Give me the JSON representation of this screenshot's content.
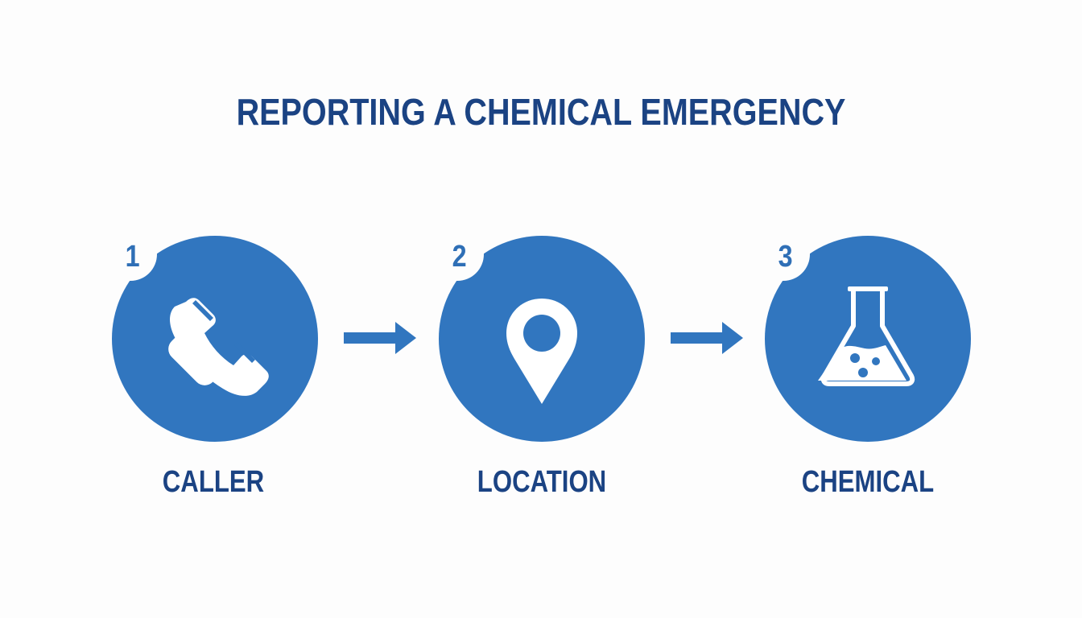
{
  "title": "REPORTING A CHEMICAL EMERGENCY",
  "colors": {
    "circle": "#3176bf",
    "title_text": "#1b4383",
    "badge_number": "#2f6fb6",
    "background": "#fdfdfd"
  },
  "steps": [
    {
      "number": "1",
      "label": "CALLER",
      "icon": "phone-icon"
    },
    {
      "number": "2",
      "label": "LOCATION",
      "icon": "map-pin-icon"
    },
    {
      "number": "3",
      "label": "CHEMICAL",
      "icon": "flask-icon"
    }
  ],
  "arrows": [
    {
      "icon": "arrow-right-icon"
    },
    {
      "icon": "arrow-right-icon"
    }
  ]
}
